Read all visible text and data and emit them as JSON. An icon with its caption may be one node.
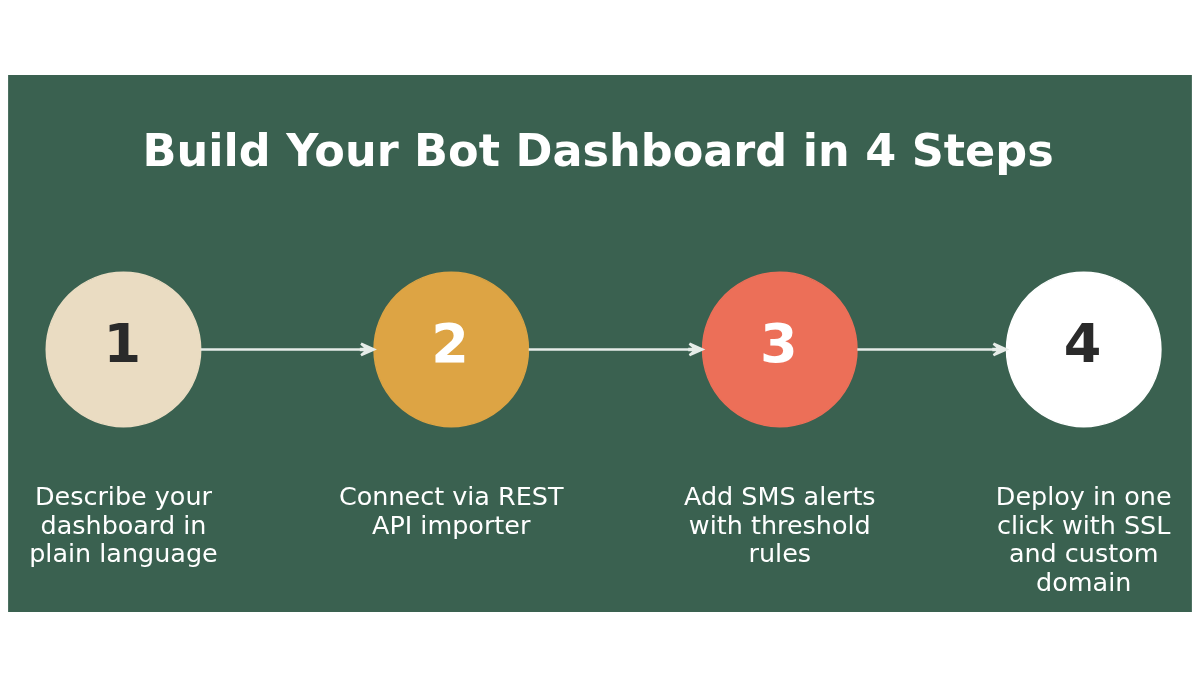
{
  "diagram": {
    "title": "Build Your Bot Dashboard in 4 Steps",
    "nodes": [
      {
        "text": [
          "1"
        ],
        "beside": [
          "Describe your dashboard in plain language"
        ]
      },
      {
        "text": [
          "2"
        ],
        "beside": [
          "Connect via REST API importer"
        ]
      },
      {
        "text": [
          "3"
        ],
        "beside": [
          "Add SMS alerts with threshold rules"
        ]
      },
      {
        "text": [
          "4"
        ],
        "beside": [
          "Deploy in one click with SSL and custom domain"
        ]
      }
    ],
    "edges": [
      {
        "from": 0,
        "to": 1,
        "arrow": "to"
      },
      {
        "from": 1,
        "to": 2,
        "arrow": "to"
      },
      {
        "from": 2,
        "to": 3,
        "arrow": "to"
      }
    ]
  }
}
